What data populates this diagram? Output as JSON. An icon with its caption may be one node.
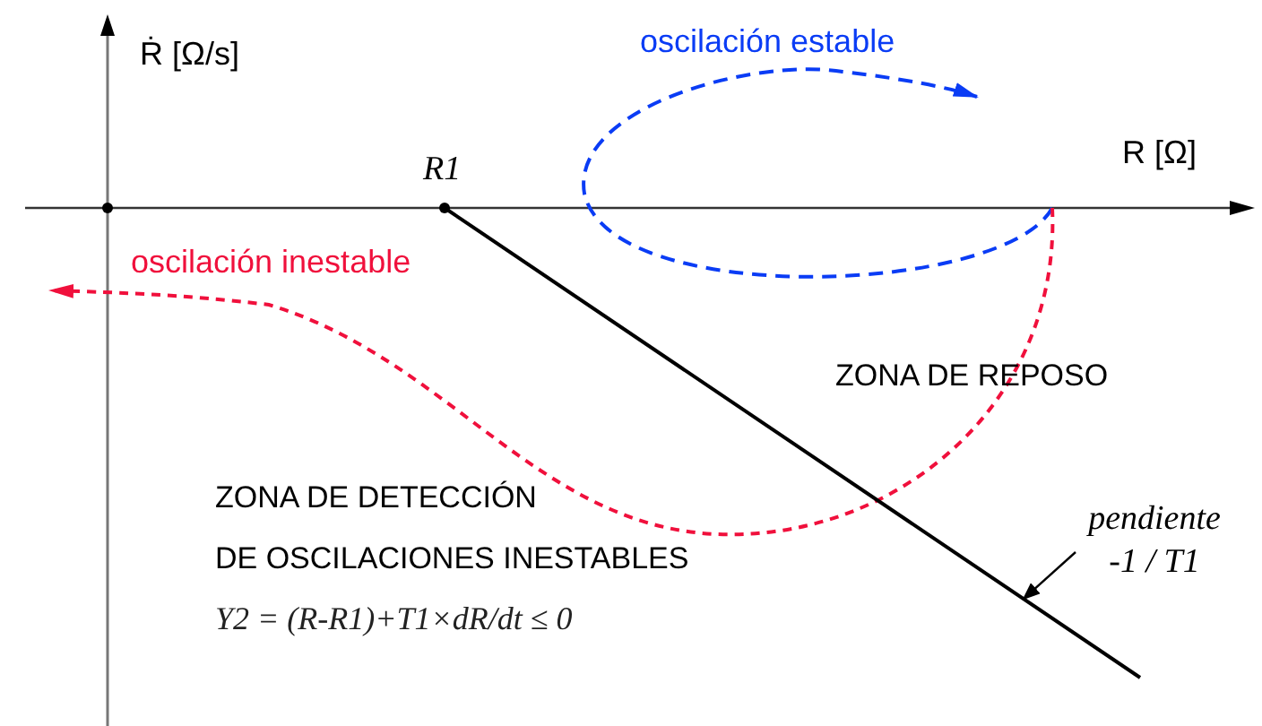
{
  "diagram": {
    "nodes": [
      {
        "text": [
          "pendiente -1 / T1"
        ]
      },
      {
        "text": [],
        "shape": "line"
      }
    ],
    "edges": [
      {
        "from": 0,
        "to": 1,
        "arrow": "to"
      }
    ],
    "labels": [
      "Ṙ [Ω/s]",
      "R [Ω]",
      "R1",
      "oscilación estable",
      "oscilación inestable",
      "ZONA DE REPOSO",
      "ZONA DE DETECCIÓN",
      "DE OSCILACIONES INESTABLES",
      "Y2 = (R-R1)+T1×dR/dt ≤ 0"
    ]
  }
}
